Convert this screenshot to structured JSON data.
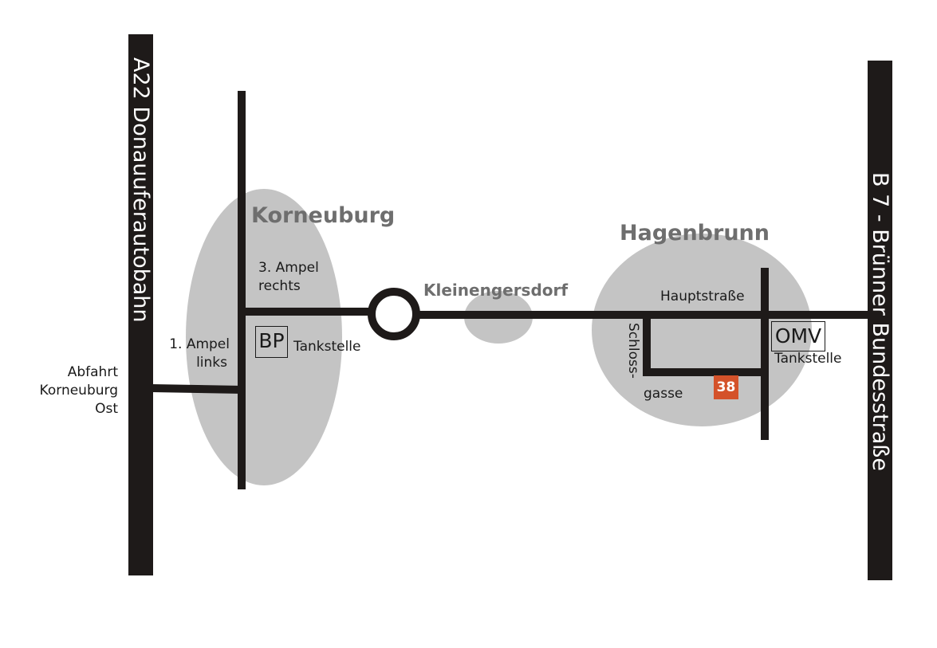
{
  "highways": {
    "left": "A22 Donauuferautobahn",
    "right": "B 7 - Brünner Bundesstraße"
  },
  "towns": {
    "korneuburg": "Korneuburg",
    "kleinengersdorf": "Kleinengersdorf",
    "hagenbrunn": "Hagenbrunn"
  },
  "labels": {
    "exit_line1": "Abfahrt",
    "exit_line2": "Korneuburg",
    "exit_line3": "Ost",
    "light1_line1": "1. Ampel",
    "light1_line2": "links",
    "light3_line1": "3. Ampel",
    "light3_line2": "rechts",
    "bp_tankstelle": "Tankstelle",
    "hauptstrasse": "Hauptstraße",
    "schloss_line1": "Schloss-",
    "schloss_line2": "gasse",
    "omv_tankstelle": "Tankstelle"
  },
  "stations": {
    "bp": "BP",
    "omv": "OMV"
  },
  "destination": {
    "number": "38",
    "color": "#d4522a"
  },
  "colors": {
    "road": "#1e1a19",
    "area": "#c4c4c4",
    "town_text": "#6e6e6e"
  }
}
